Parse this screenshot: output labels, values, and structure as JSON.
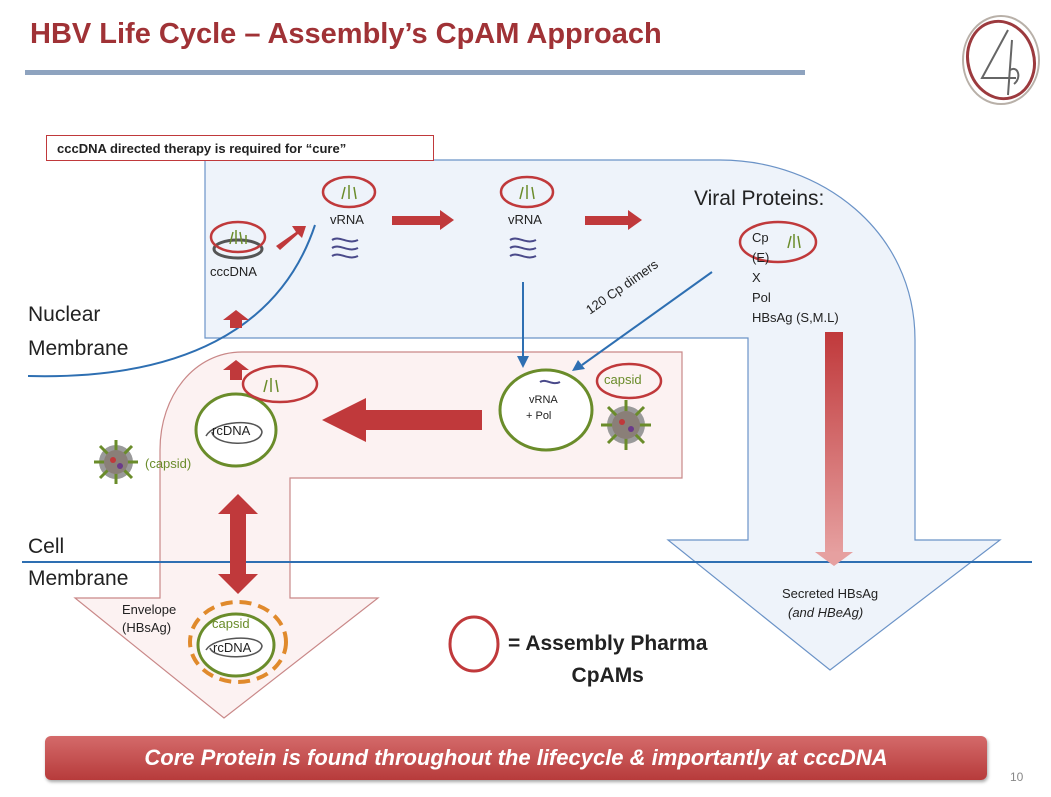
{
  "title": "HBV Life Cycle – Assembly’s CpAM Approach",
  "note": "cccDNA directed therapy is required for “cure”",
  "labels": {
    "vrna_1": "vRNA",
    "vrna_2": "vRNA",
    "cccdna": "cccDNA",
    "viral_proteins": "Viral Proteins:",
    "viral_protein_list": [
      "Cp",
      "(E)",
      "X",
      "Pol",
      "HBsAg (S,M.L)"
    ],
    "cp_dimers": "120 Cp dimers",
    "nuclear_membrane_1": "Nuclear",
    "nuclear_membrane_2": "Membrane",
    "cell_membrane_1": "Cell",
    "cell_membrane_2": "Membrane",
    "vrna_pol_1": "vRNA",
    "vrna_pol_2": "+ Pol",
    "capsid_red": "capsid",
    "rcdna_top": "rcDNA",
    "capsid_paren": "(capsid)",
    "envelope_1": "Envelope",
    "envelope_2": "(HBsAg)",
    "capsid_bottom": "capsid",
    "rcdna_bottom": "rcDNA",
    "secreted_1": "Secreted HBsAg",
    "secreted_2": "(and HBeAg)"
  },
  "legend": {
    "line1": "= Assembly Pharma",
    "line2": "CpAMs"
  },
  "banner": "Core Protein is found throughout the lifecycle & importantly at cccDNA",
  "page_number": "10",
  "colors": {
    "title": "#a03236",
    "cpam_ring": "#c0393b",
    "capsid_green": "#6a8c2a",
    "arrow_red": "#c0393b",
    "membrane_blue": "#2e6fb2",
    "nucleus_fill": "#eef3fa"
  }
}
